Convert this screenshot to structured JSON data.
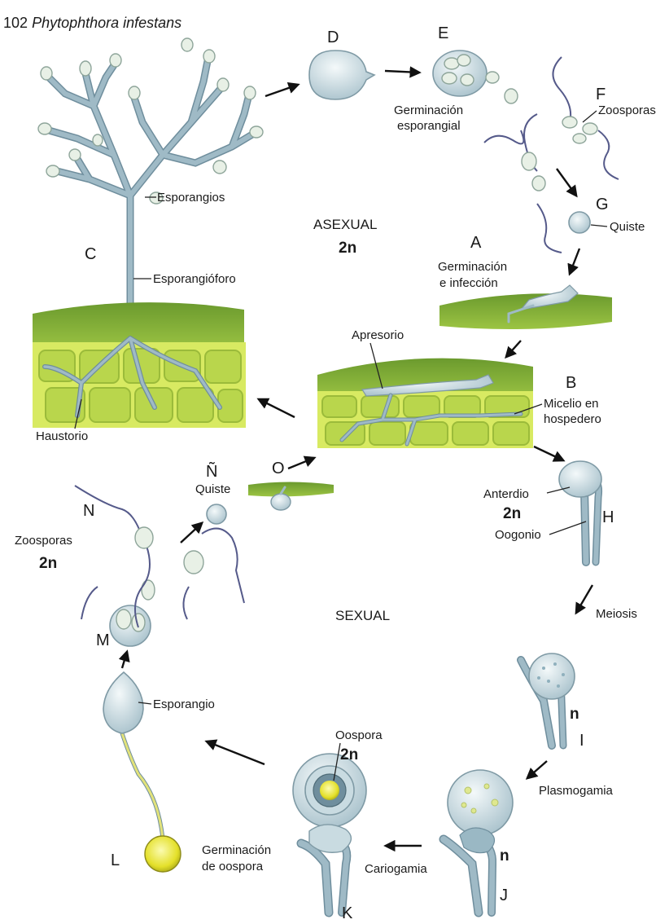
{
  "header": {
    "page_number": "102",
    "species": "Phytophthora infestans"
  },
  "phases": {
    "asexual": "ASEXUAL",
    "asexual_ploidy": "2n",
    "sexual": "SEXUAL"
  },
  "stages": {
    "A": {
      "letter": "A",
      "label_line1": "Germinación",
      "label_line2": "e infección"
    },
    "B": {
      "letter": "B",
      "label_line1": "Micelio en",
      "label_line2": "hospedero"
    },
    "C": {
      "letter": "C",
      "sporangia": "Esporangios",
      "sporangiophore": "Esporangióforo",
      "haustorium": "Haustorio"
    },
    "D": {
      "letter": "D"
    },
    "E": {
      "letter": "E",
      "label_line1": "Germinación",
      "label_line2": "esporangial"
    },
    "F": {
      "letter": "F",
      "label": "Zoosporas"
    },
    "G": {
      "letter": "G",
      "label": "Quiste"
    },
    "H": {
      "letter": "H",
      "antheridium": "Anterdio",
      "ploidy": "2n",
      "oogonium": "Oogonio"
    },
    "I": {
      "letter": "I",
      "ploidy": "n"
    },
    "J": {
      "letter": "J",
      "ploidy": "n"
    },
    "K": {
      "letter": "K",
      "oospore": "Oospora",
      "ploidy": "2n"
    },
    "L": {
      "letter": "L",
      "label_line1": "Germinación",
      "label_line2": "de oospora"
    },
    "M": {
      "letter": "M",
      "sporangium": "Esporangio"
    },
    "N": {
      "letter": "N",
      "label": "Zoosporas",
      "ploidy": "2n"
    },
    "Ñ": {
      "letter": "Ñ",
      "label": "Quiste"
    },
    "O": {
      "letter": "O"
    }
  },
  "appressorium": "Apresorio",
  "processes": {
    "meiosis": "Meiosis",
    "plasmogamy": "Plasmogamia",
    "karyogamy": "Cariogamia"
  },
  "colors": {
    "leaf_green": "#7fae3a",
    "cell_yellow": "#d9ea62",
    "hypha_blue": "#a9c4cf",
    "oospore_yellow": "#e4e02a"
  }
}
